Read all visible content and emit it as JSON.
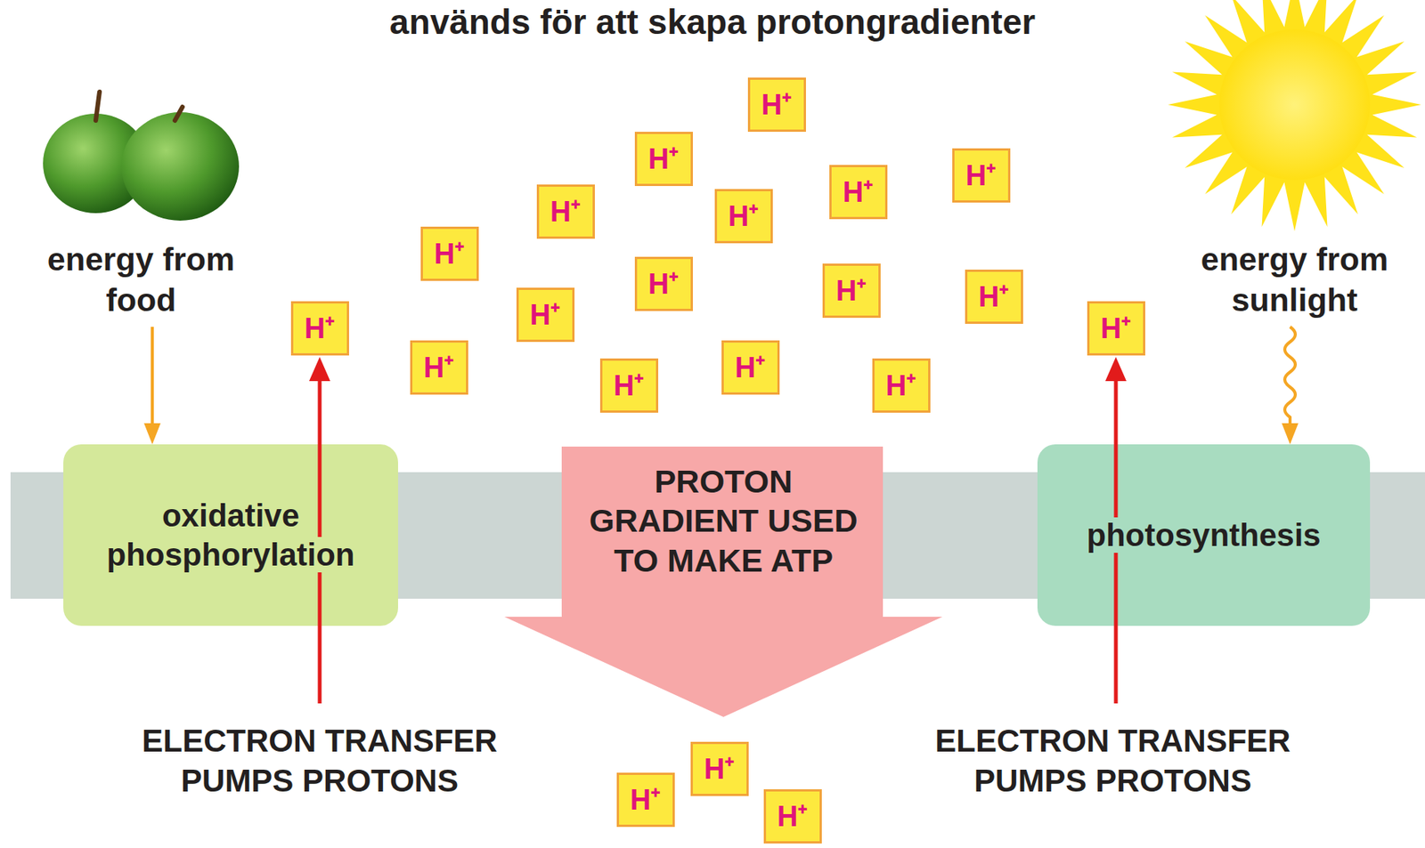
{
  "diagram": {
    "title": "används för att skapa protongradienter",
    "nodes": [
      {
        "text": [
          "H⁺"
        ]
      },
      {
        "text": [
          "H⁺"
        ]
      },
      {
        "text": [
          "H⁺"
        ]
      },
      {
        "text": [
          "H⁺"
        ]
      },
      {
        "text": [
          "H⁺"
        ]
      },
      {
        "text": [
          "H⁺"
        ]
      },
      {
        "text": [
          "H⁺"
        ]
      },
      {
        "text": [
          "H⁺"
        ]
      },
      {
        "text": [
          "H⁺"
        ]
      },
      {
        "text": [
          "H⁺"
        ]
      },
      {
        "text": [
          "H⁺"
        ]
      },
      {
        "text": [
          "H⁺"
        ]
      },
      {
        "text": [
          "H⁺"
        ]
      },
      {
        "text": [
          "H⁺"
        ]
      },
      {
        "text": [
          "H⁺"
        ]
      },
      {
        "text": [
          "H⁺"
        ]
      },
      {
        "text": [
          "H⁺"
        ]
      },
      {
        "text": [
          "oxidative phosphorylation"
        ]
      },
      {
        "text": [
          "PROTON GRADIENT USED TO MAKE ATP"
        ]
      },
      {
        "text": [
          "photosynthesis"
        ]
      },
      {
        "text": [
          "H⁺"
        ]
      },
      {
        "text": [
          "H⁺"
        ]
      },
      {
        "text": [
          "H⁺"
        ]
      }
    ],
    "labels": [
      "energy from food",
      "energy from sunlight",
      "ELECTRON TRANSFER PUMPS PROTONS",
      "ELECTRON TRANSFER PUMPS PROTONS"
    ]
  }
}
